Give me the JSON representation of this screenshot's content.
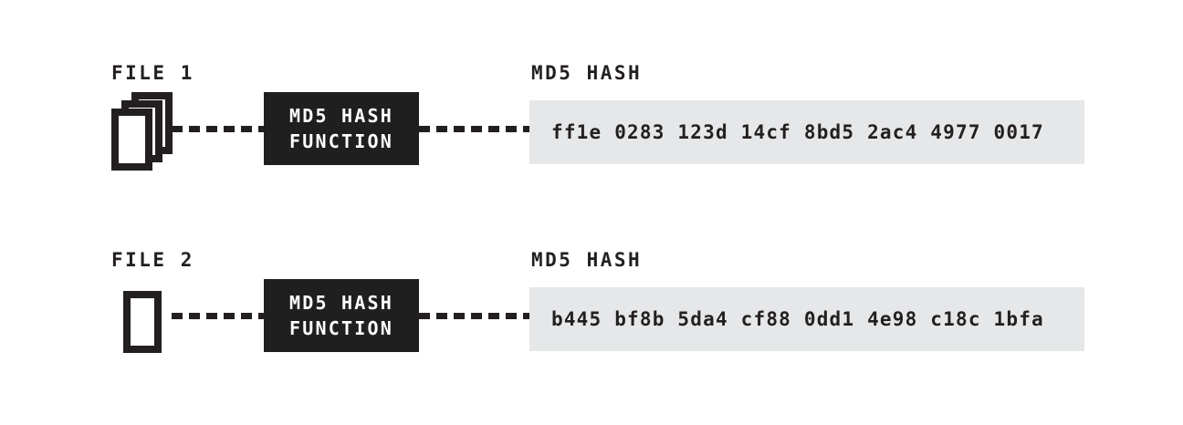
{
  "diagram": {
    "type": "md5-hash-flow",
    "colors": {
      "background": "#ffffff",
      "ink": "#231f20",
      "function_box": "#1f1f1f",
      "function_text": "#ffffff",
      "hash_box": "#e6e7e9"
    },
    "rows": [
      {
        "file_label": "FILE 1",
        "file_icon": "stacked-documents-icon",
        "function_line1": "MD5 HASH",
        "function_line2": "FUNCTION",
        "hash_label": "MD5 HASH",
        "hash_value": "ff1e 0283 123d 14cf 8bd5 2ac4 4977 0017"
      },
      {
        "file_label": "FILE 2",
        "file_icon": "single-document-icon",
        "function_line1": "MD5 HASH",
        "function_line2": "FUNCTION",
        "hash_label": "MD5 HASH",
        "hash_value": "b445 bf8b 5da4 cf88 0dd1 4e98 c18c 1bfa"
      }
    ]
  }
}
